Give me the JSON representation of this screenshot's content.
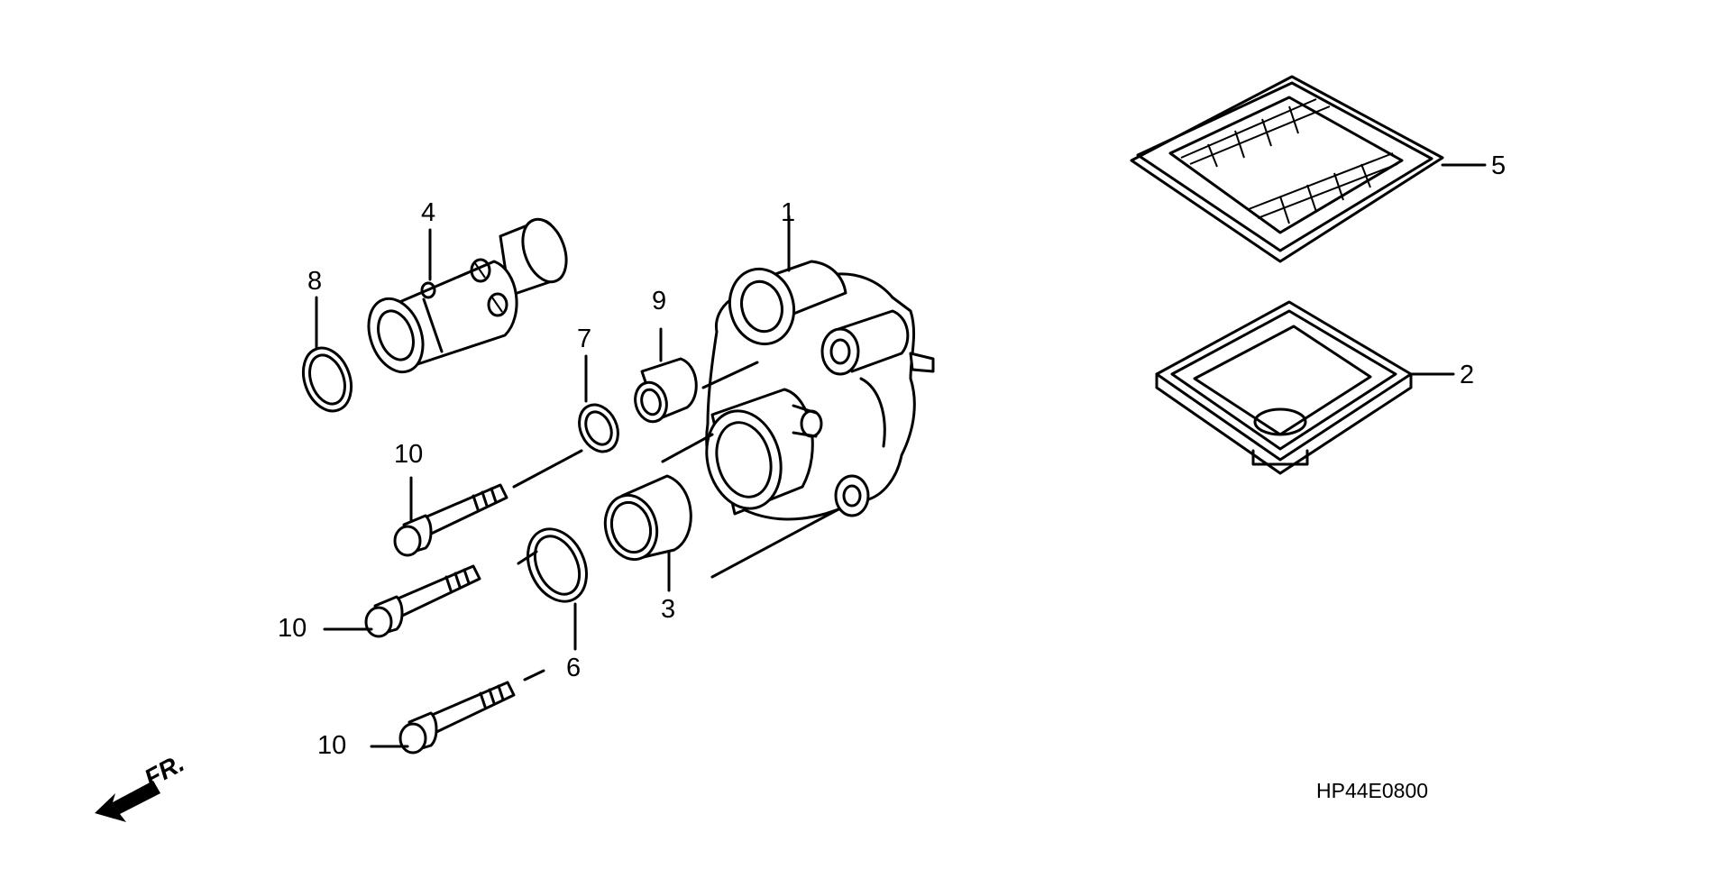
{
  "diagram": {
    "callouts": [
      {
        "id": "c1",
        "text": "1"
      },
      {
        "id": "c2",
        "text": "2"
      },
      {
        "id": "c3",
        "text": "3"
      },
      {
        "id": "c4",
        "text": "4"
      },
      {
        "id": "c5",
        "text": "5"
      },
      {
        "id": "c6",
        "text": "6"
      },
      {
        "id": "c7",
        "text": "7"
      },
      {
        "id": "c8",
        "text": "8"
      },
      {
        "id": "c9",
        "text": "9"
      },
      {
        "id": "c10a",
        "text": "10"
      },
      {
        "id": "c10b",
        "text": "10"
      },
      {
        "id": "c10c",
        "text": "10"
      }
    ],
    "diagram_code": "HP44E0800",
    "direction_label": "FR."
  }
}
